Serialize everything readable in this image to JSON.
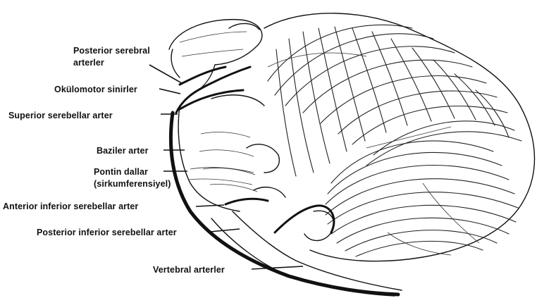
{
  "labels": {
    "posterior_cerebral_1": "Posterior serebral",
    "posterior_cerebral_2": "arterler",
    "oculomotor": "Okülomotor sinirler",
    "superior_cerebellar": "Superior serebellar arter",
    "basilar": "Baziler arter",
    "pontine_1": "Pontin dallar",
    "pontine_2": "(sirkumferensiyel)",
    "aica": "Anterior inferior serebellar arter",
    "pica": "Posterior inferior serebellar arter",
    "vertebral": "Vertebral arterler"
  }
}
